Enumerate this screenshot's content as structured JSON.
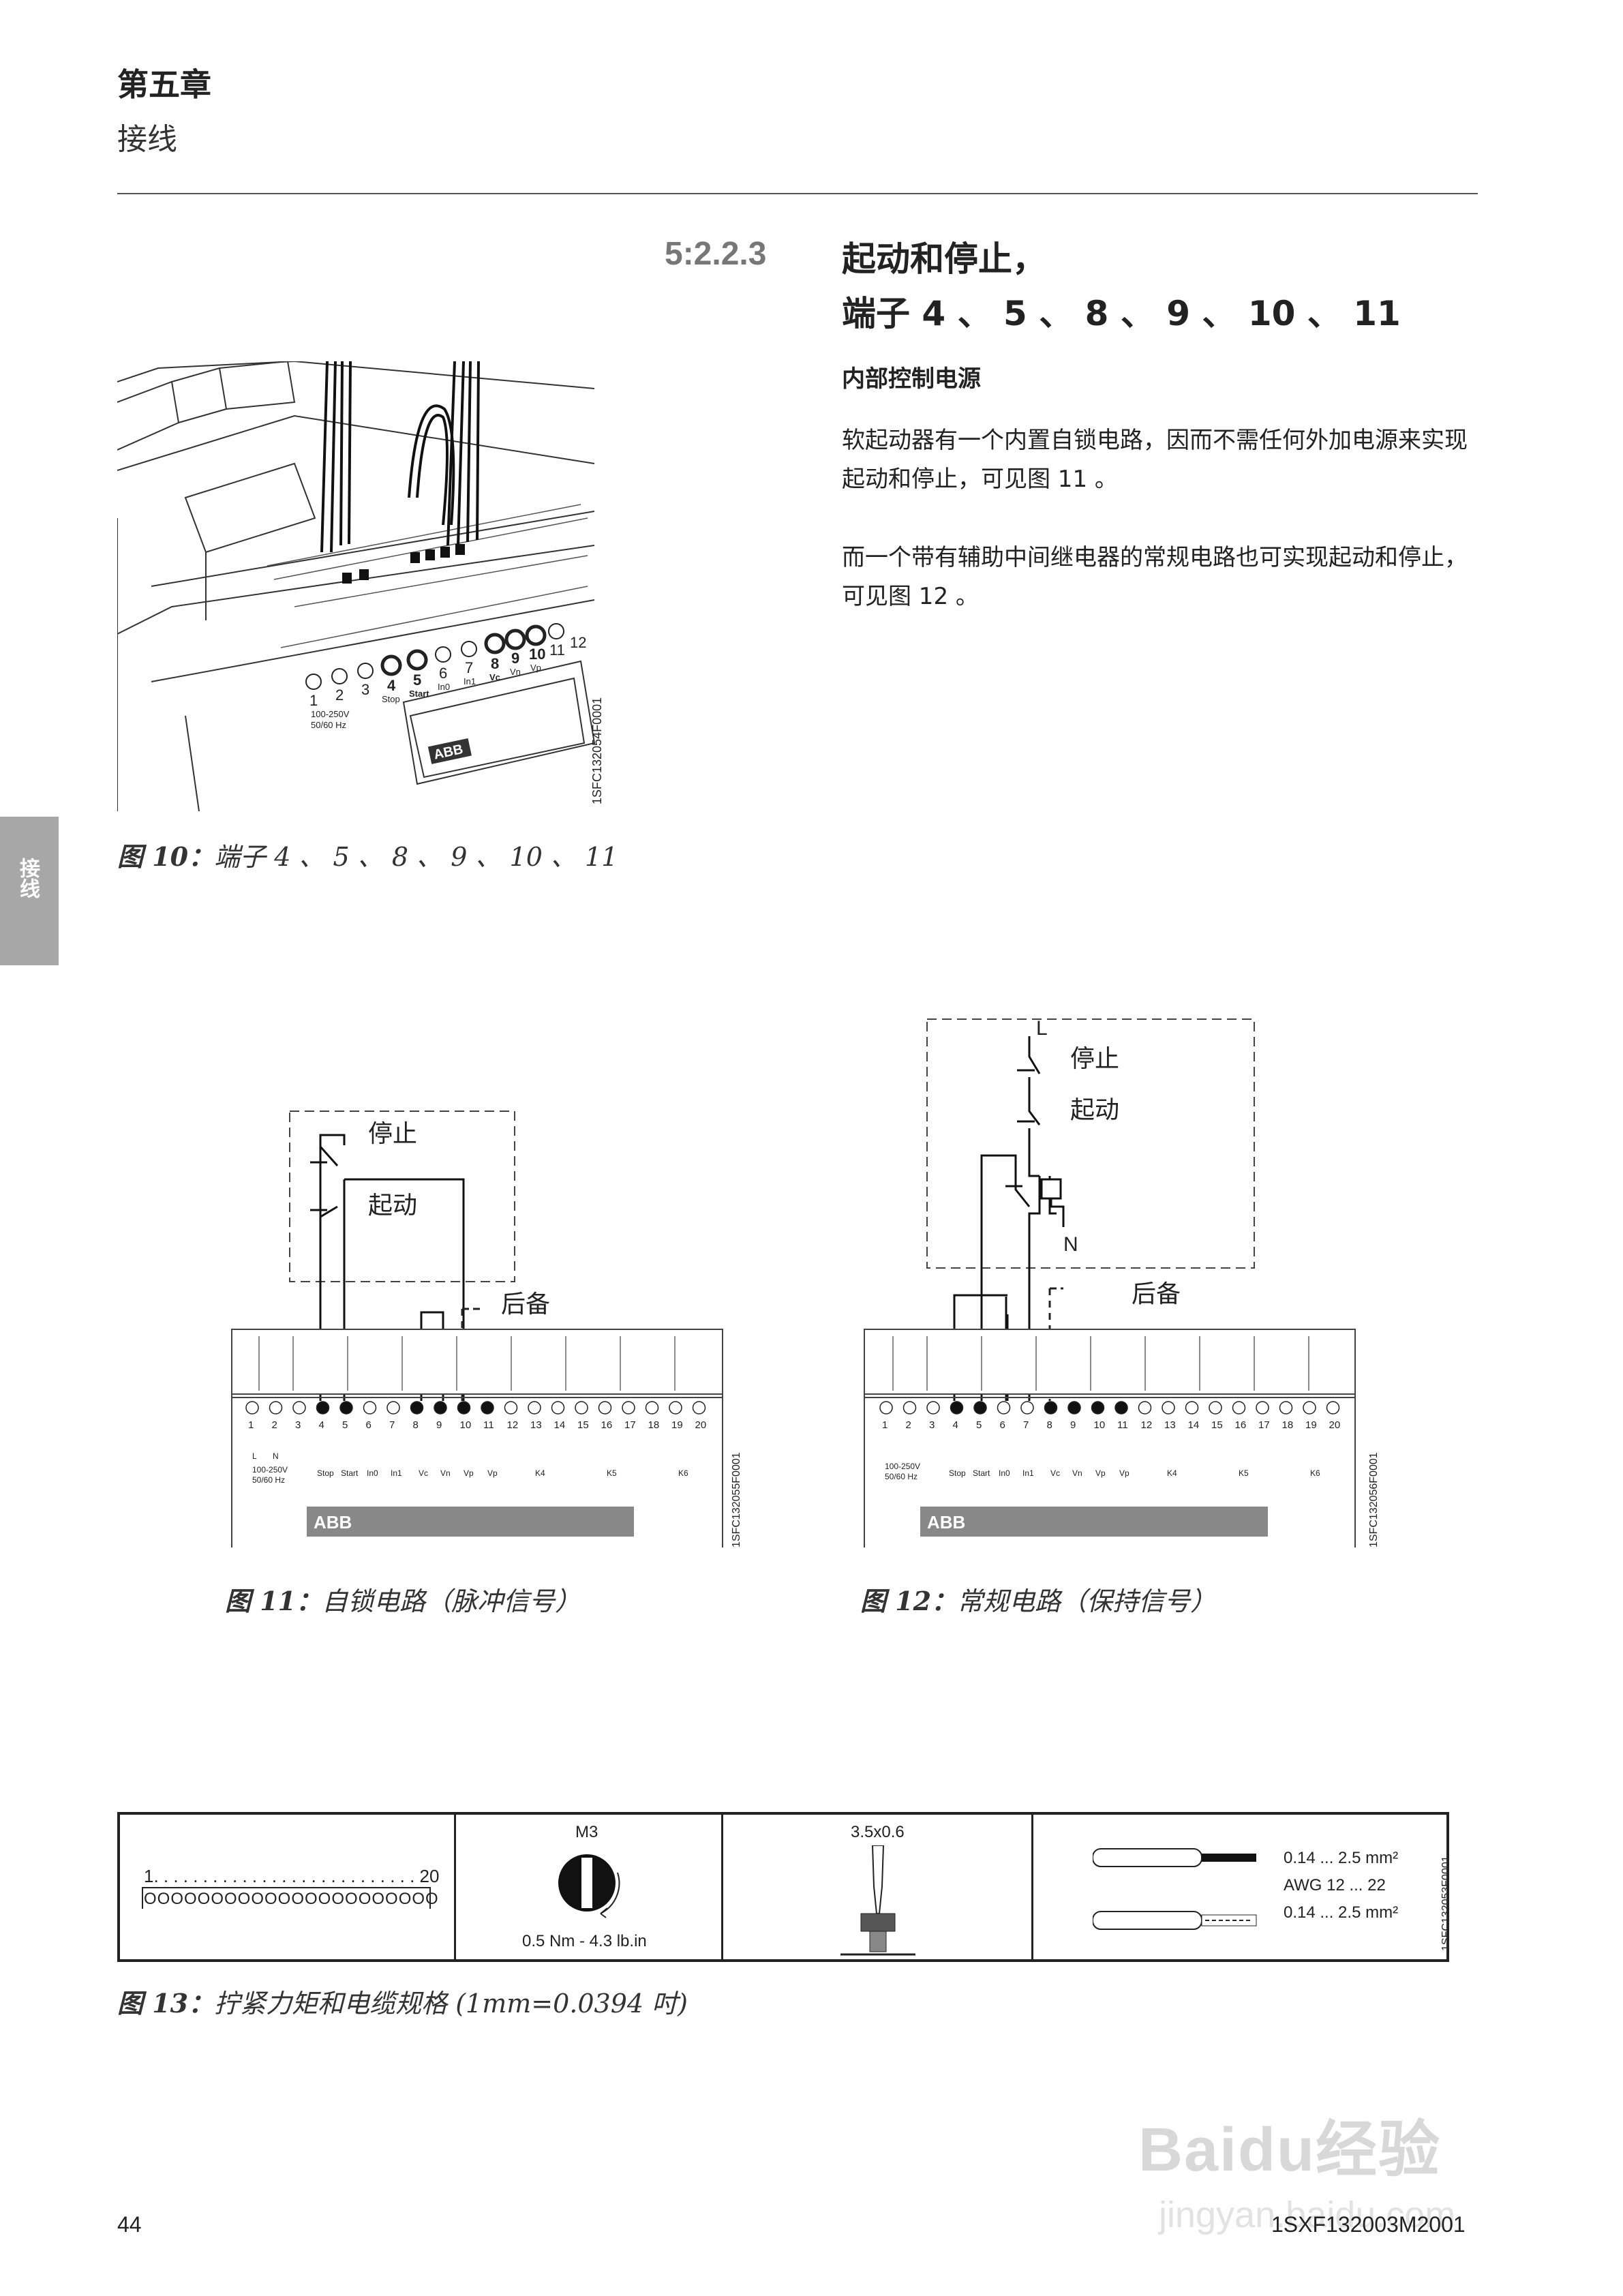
{
  "header": {
    "chapter": "第五章",
    "subtitle": "接线"
  },
  "section": {
    "number": "5:2.2.3",
    "title_line1": "起动和停止，",
    "title_line2": "端子 4 、 5 、 8 、 9 、 10 、 11"
  },
  "subheading": "内部控制电源",
  "paragraphs": [
    "软起动器有一个内置自锁电路，因而不需任何外加电源来实现起动和停止，可见图 11 。",
    "而一个带有辅助中间继电器的常规电路也可实现起动和停止，可见图 12 。"
  ],
  "side_tab": "接线",
  "figures": {
    "fig10": {
      "label": "图 10：",
      "text": "端子 4 、 5 、 8 、 9 、 10 、 11",
      "code": "1SFC132054F0001",
      "terminals": [
        "1",
        "2",
        "3",
        "4",
        "5",
        "6",
        "7",
        "8",
        "9",
        "10",
        "11",
        "12"
      ],
      "terminal_names": [
        "Stop",
        "Start",
        "In0",
        "In1",
        "Vc",
        "Vn",
        "Vp"
      ],
      "supply": [
        "100-250V",
        "50/60 Hz"
      ],
      "brand": "ABB"
    },
    "fig11": {
      "label": "图 11：",
      "text": "自锁电路（脉冲信号）",
      "code": "1SFC132055F0001",
      "stop": "停止",
      "start": "起动",
      "backup": "后备"
    },
    "fig12": {
      "label": "图 12：",
      "text": "常规电路（保持信号）",
      "code": "1SFC132056F0001",
      "stop": "停止",
      "start": "起动",
      "backup": "后备",
      "L": "L",
      "N": "N"
    },
    "fig13": {
      "label": "图 13：",
      "text": "拧紧力矩和电缆规格 (1mm=0.0394 吋)",
      "code": "1SFC132053F0001"
    }
  },
  "terminal_strip": {
    "numbers": [
      "1",
      "2",
      "3",
      "4",
      "5",
      "6",
      "7",
      "8",
      "9",
      "10",
      "11",
      "12",
      "13",
      "14",
      "15",
      "16",
      "17",
      "18",
      "19",
      "20"
    ],
    "labels": [
      "Stop",
      "Start",
      "In0",
      "In1",
      "Vc",
      "Vn",
      "Vp",
      "Vp",
      "K4",
      "K5",
      "K6"
    ],
    "supply": [
      "100-250V",
      "50/60 Hz"
    ],
    "LN": [
      "L",
      "N"
    ],
    "brand": "ABB"
  },
  "spec_table": {
    "range": "1. . . . . . . . . . . . . . . . . . . . . . . . . . . 20",
    "circles": "OOOOOOOOOOOOOOOOOOOOOO",
    "screw": "M3",
    "torque": "0.5 Nm - 4.3 lb.in",
    "blade": "3.5x0.6",
    "cable1": "0.14 ... 2.5 mm²",
    "cable2": "AWG 12 ... 22",
    "cable3": "0.14 ... 2.5 mm²"
  },
  "footer": {
    "page": "44",
    "doc": "1SXF132003M2001"
  },
  "watermark": {
    "brand": "Baidu经验",
    "url": "jingyan.baidu.com"
  }
}
